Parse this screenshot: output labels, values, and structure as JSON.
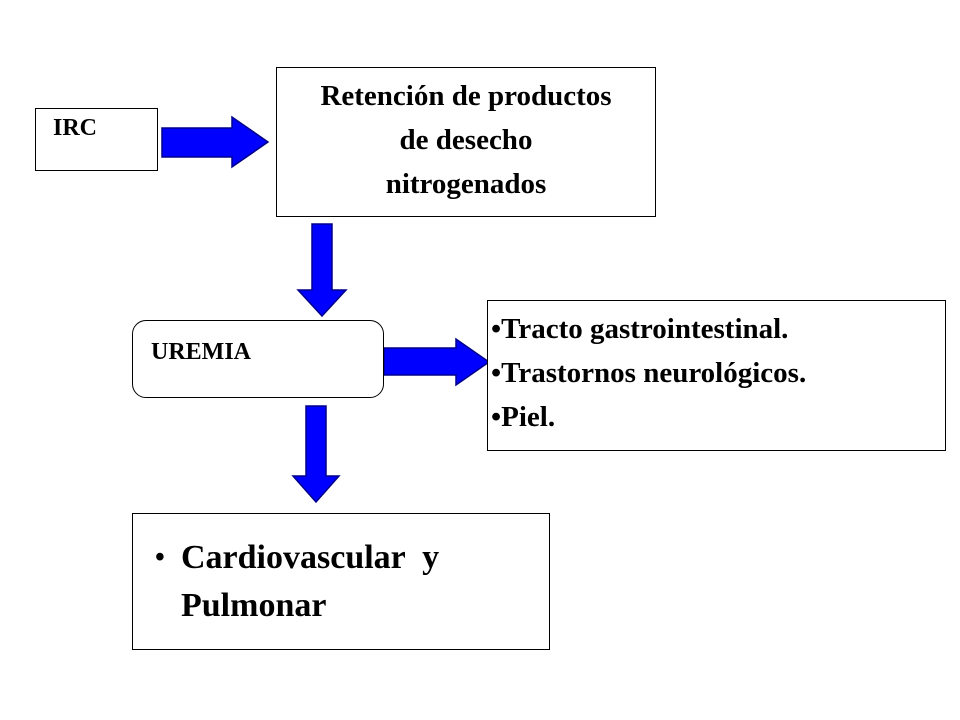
{
  "diagram": {
    "nodes": {
      "irc": {
        "label": "IRC"
      },
      "retention": {
        "lines": [
          "Retención de productos",
          "de desecho",
          "nitrogenados"
        ]
      },
      "uremia": {
        "label": "UREMIA"
      },
      "effects": {
        "items": [
          "•Tracto gastrointestinal.",
          "•Trastornos neurológicos.",
          "•Piel."
        ]
      },
      "cardio": {
        "bullet": "•",
        "lines": [
          "Cardiovascular  y",
          "Pulmonar"
        ]
      }
    },
    "edges": [
      {
        "from": "irc",
        "to": "retention",
        "direction": "right"
      },
      {
        "from": "retention",
        "to": "uremia",
        "direction": "down"
      },
      {
        "from": "uremia",
        "to": "effects",
        "direction": "right"
      },
      {
        "from": "uremia",
        "to": "cardio",
        "direction": "down"
      }
    ],
    "arrow_fill": "#0000ff",
    "arrow_stroke": "#00008b"
  }
}
